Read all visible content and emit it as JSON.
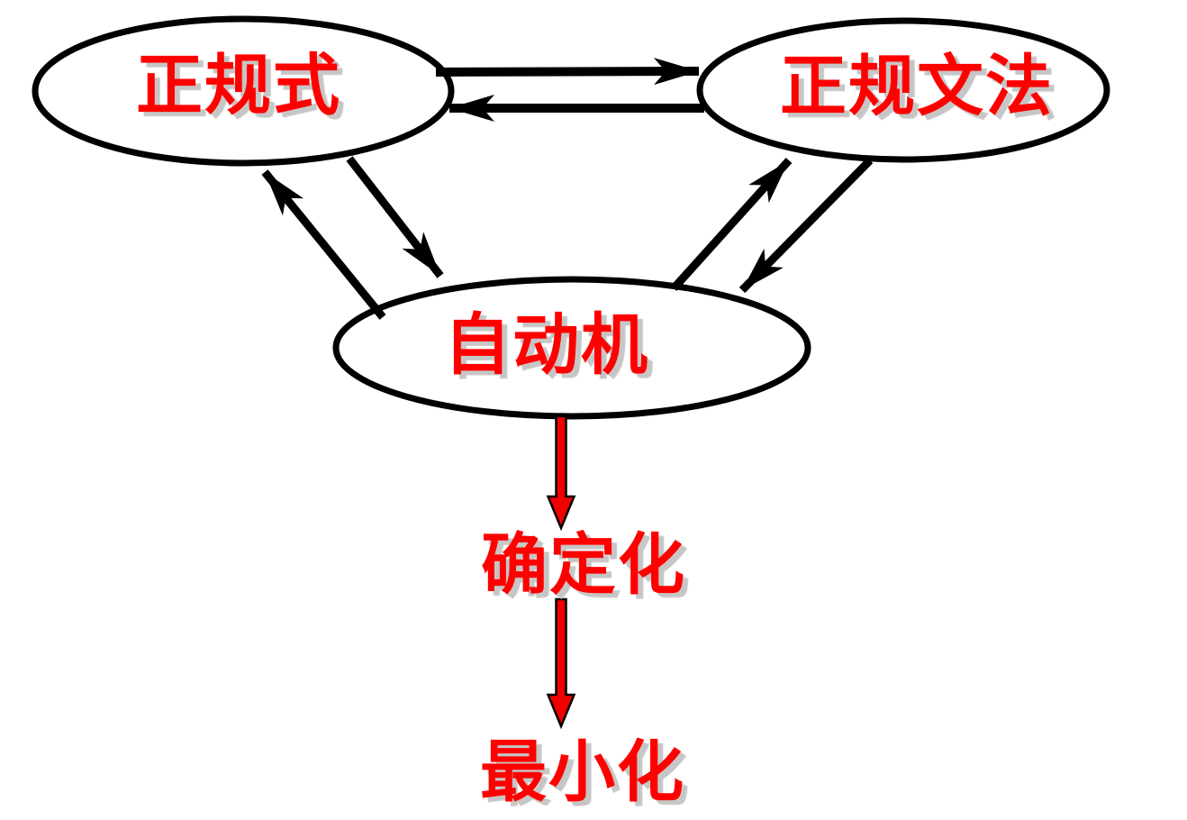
{
  "diagram": {
    "nodes": [
      {
        "id": "regex",
        "label": "正规式"
      },
      {
        "id": "grammar",
        "label": "正规文法"
      },
      {
        "id": "automaton",
        "label": "自动机"
      }
    ],
    "steps": [
      {
        "id": "determinize",
        "label": "确定化"
      },
      {
        "id": "minimize",
        "label": "最小化"
      }
    ],
    "edges": [
      {
        "from": "regex",
        "to": "grammar",
        "bidirectional": true,
        "color": "#000000"
      },
      {
        "from": "regex",
        "to": "automaton",
        "bidirectional": true,
        "color": "#000000"
      },
      {
        "from": "grammar",
        "to": "automaton",
        "bidirectional": true,
        "color": "#000000"
      },
      {
        "from": "automaton",
        "to": "determinize",
        "bidirectional": false,
        "color": "#f10000"
      },
      {
        "from": "determinize",
        "to": "minimize",
        "bidirectional": false,
        "color": "#f10000"
      }
    ],
    "colors": {
      "background": "#ffffff",
      "text": "#ff0000",
      "line": "#000000",
      "red_arrow": "#f10000",
      "text_shadow": "#c6c6c6"
    }
  }
}
